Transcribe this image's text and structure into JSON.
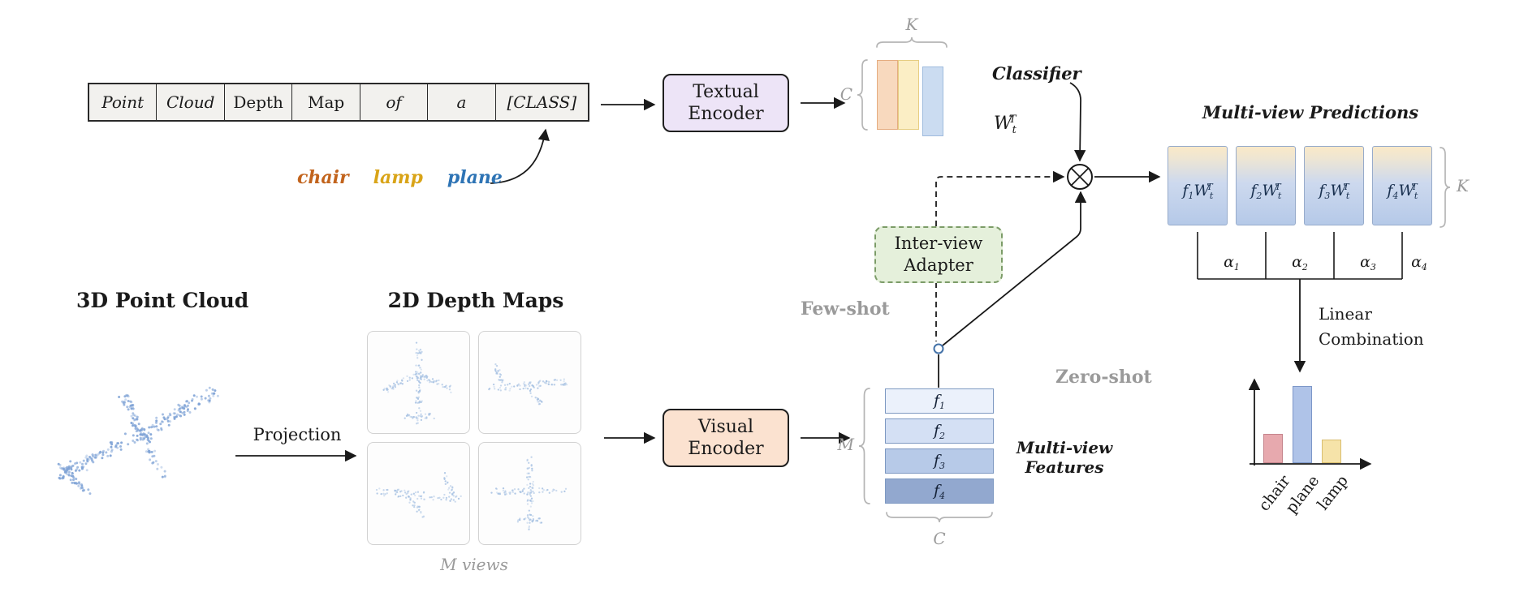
{
  "palette": {
    "arrow": "#1a1a1a",
    "gray_label": "#9a9a9a",
    "brace": "#b5b5b5",
    "textual_encoder_fill": "#EDE4F7",
    "visual_encoder_fill": "#FBE2D0",
    "adapter_fill": "#E5F0DB",
    "adapter_border": "#7C9C68",
    "classifier_bars": [
      "#F8D9BE",
      "#FBEEC5",
      "#CBDCF1"
    ],
    "classifier_bar_borders": [
      "#E5AC80",
      "#E6CD82",
      "#9FBBDD"
    ],
    "feature_fills": [
      "#EBF1FB",
      "#D4E0F4",
      "#B7CAE8",
      "#92A8CF"
    ],
    "feature_border": "#7E99C2",
    "prediction_top": "#FAE9C8",
    "prediction_bottom": "#B5C9E8",
    "prediction_border": "#97ABCB",
    "point_dot": "#7FA3D6",
    "depth_dot": "#A9C3E3"
  },
  "operator": "⊗",
  "prompt": {
    "cells": [
      "Point",
      "Cloud",
      "Depth",
      "Map",
      "of",
      "a",
      "[CLASS]"
    ],
    "classes": [
      {
        "label": "chair",
        "color": "#C2641D"
      },
      {
        "label": "lamp",
        "color": "#D9A418"
      },
      {
        "label": "plane",
        "color": "#2E74B5"
      }
    ]
  },
  "textual_encoder": {
    "label": "Textual Encoder"
  },
  "visual_encoder": {
    "label": "Visual Encoder"
  },
  "classifier": {
    "label": "Classifier",
    "weight": {
      "base": "W",
      "sub": "t",
      "sup": "T"
    },
    "dim_top": "K",
    "dim_left": "C"
  },
  "adapter": {
    "label": "Inter-view Adapter"
  },
  "modes": {
    "few_shot": "Few-shot",
    "zero_shot": "Zero-shot"
  },
  "point_cloud": {
    "title": "3D Point Cloud"
  },
  "projection": {
    "label": "Projection"
  },
  "depth_maps": {
    "title": "2D Depth Maps",
    "views_label": "M views"
  },
  "features": {
    "title": "Multi-view Features",
    "items": [
      {
        "base": "f",
        "sub": "1"
      },
      {
        "base": "f",
        "sub": "2"
      },
      {
        "base": "f",
        "sub": "3"
      },
      {
        "base": "f",
        "sub": "4"
      }
    ],
    "dim_left": "M",
    "dim_bottom": "C"
  },
  "predictions": {
    "title": "Multi-view Predictions",
    "w": {
      "base": "W",
      "sub": "t",
      "sup": "T"
    },
    "boxes": [
      {
        "base": "f",
        "sub": "1"
      },
      {
        "base": "f",
        "sub": "2"
      },
      {
        "base": "f",
        "sub": "3"
      },
      {
        "base": "f",
        "sub": "4"
      }
    ],
    "alphas": [
      {
        "base": "α",
        "sub": "1"
      },
      {
        "base": "α",
        "sub": "2"
      },
      {
        "base": "α",
        "sub": "3"
      },
      {
        "base": "α",
        "sub": "4"
      }
    ],
    "dim_right": "K",
    "combination_label": "Linear Combination"
  },
  "chart_data": {
    "type": "bar",
    "categories": [
      "chair",
      "plane",
      "lamp"
    ],
    "values": [
      0.38,
      1.0,
      0.3
    ],
    "colors": [
      "#E7A9AE",
      "#AFC3E8",
      "#F6E3A9"
    ],
    "borders": [
      "#C5848C",
      "#7D97C8",
      "#D9BE6F"
    ],
    "title": "",
    "xlabel": "",
    "ylabel": ""
  }
}
